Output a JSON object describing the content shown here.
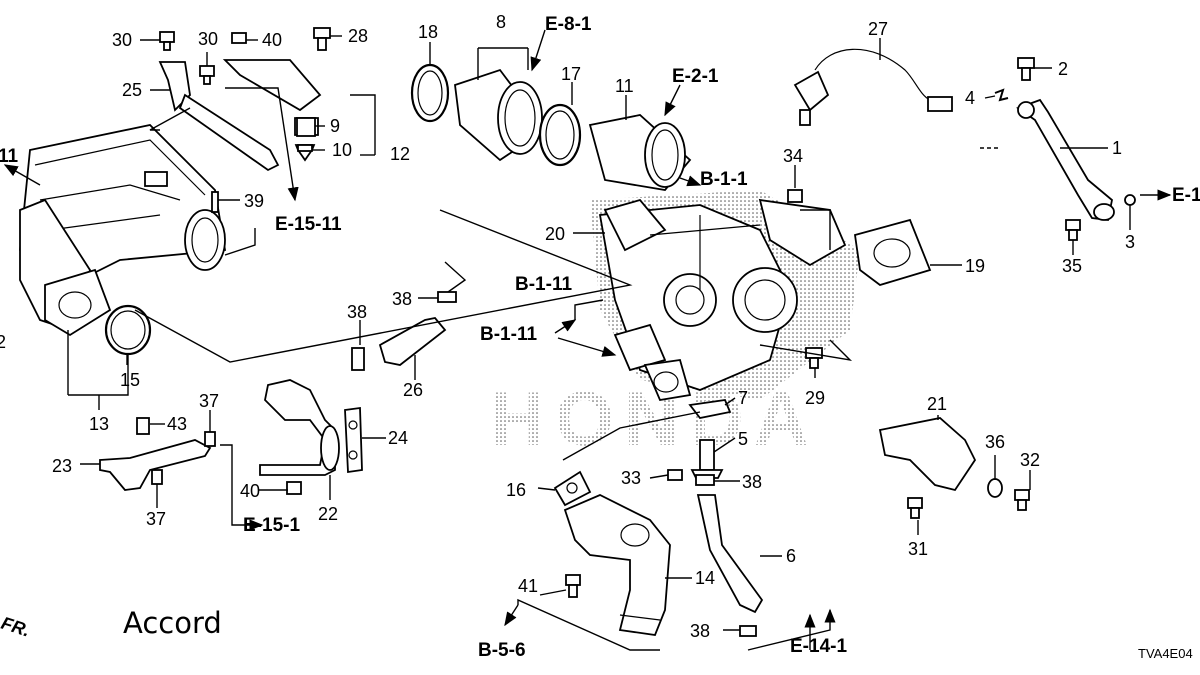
{
  "model": "Accord",
  "diagram_code": "TVA4E04",
  "front_marker": "FR.",
  "watermark": "HONDA",
  "callouts": {
    "c1": "1",
    "c2": "2",
    "c3": "3",
    "c4": "4",
    "c5": "5",
    "c6": "6",
    "c7": "7",
    "c8": "8",
    "c9": "9",
    "c10": "10",
    "c11": "11",
    "c12": "12",
    "c13": "13",
    "c14": "14",
    "c15": "15",
    "c16": "16",
    "c17": "17",
    "c18": "18",
    "c19": "19",
    "c20": "20",
    "c21": "21",
    "c22": "22",
    "c23": "23",
    "c24": "24",
    "c25": "25",
    "c26": "26",
    "c27": "27",
    "c28": "28",
    "c29": "29",
    "c30a": "30",
    "c30b": "30",
    "c31": "31",
    "c32": "32",
    "c33": "33",
    "c34": "34",
    "c35": "35",
    "c36": "36",
    "c37a": "37",
    "c37b": "37",
    "c38a": "38",
    "c38b": "38",
    "c38c": "38",
    "c38d": "38",
    "c39": "39",
    "c40a": "40",
    "c40b": "40",
    "c41": "41",
    "c43": "43",
    "left11": "11",
    "left2": "2"
  },
  "references": {
    "e8_1": "E-8-1",
    "e2_1": "E-2-1",
    "b1_1": "B-1-1",
    "b1_11a": "B-1-11",
    "b1_11b": "B-1-11",
    "e15_11": "E-15-11",
    "e15_1": "E-15-1",
    "b5_6": "B-5-6",
    "e14_1": "E-14-1",
    "e_right": "E-1"
  }
}
